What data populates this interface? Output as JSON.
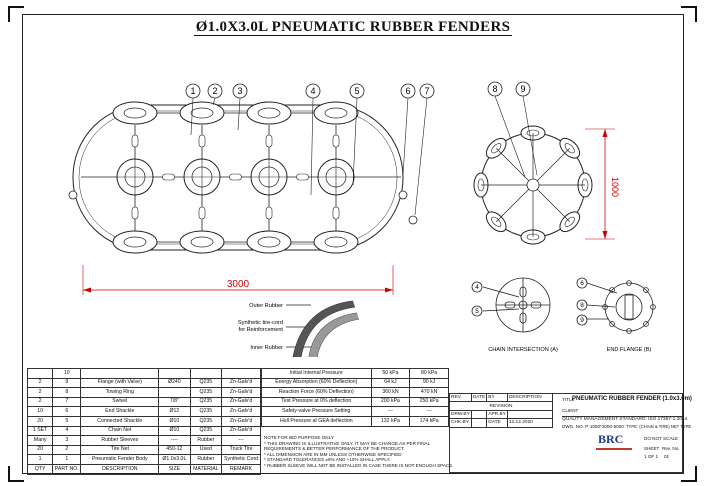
{
  "title": "Ø1.0X3.0L PNEUMATIC RUBBER FENDERS",
  "front_view": {
    "balloons": [
      "1",
      "2",
      "3",
      "4",
      "5",
      "6",
      "7"
    ],
    "dimension_length": "3000"
  },
  "side_view": {
    "balloons": [
      "8",
      "9"
    ],
    "dimension_diameter": "1000"
  },
  "section": {
    "layers": [
      "Outer Rubber",
      "Synthetic tire-cord",
      "for Reinforcement",
      "Inner Rubber"
    ]
  },
  "chain_intersection": {
    "balloons": [
      "4",
      "5"
    ],
    "label": "CHAIN INTERSECTION (A)"
  },
  "end_flange": {
    "balloons": [
      "6",
      "8",
      "9"
    ],
    "label": "END FLANGE (B)"
  },
  "parts_table": {
    "rows": [
      [
        "",
        "10",
        "",
        "",
        "",
        ""
      ],
      [
        "2",
        "9",
        "Flange (with Valve)",
        "Ø240",
        "Q235",
        "Zn-Galv'd"
      ],
      [
        "2",
        "8",
        "Towing Ring",
        "",
        "Q235",
        "Zn-Galv'd"
      ],
      [
        "2",
        "7",
        "Swivel",
        "7/8\"",
        "Q235",
        "Zn-Galv'd"
      ],
      [
        "10",
        "6",
        "End Shackle",
        "Ø12",
        "Q235",
        "Zn-Galv'd"
      ],
      [
        "20",
        "5",
        "Connected Shackle",
        "Ø10",
        "Q235",
        "Zn-Galv'd"
      ],
      [
        "1 SET",
        "4",
        "Chain Net",
        "Ø10",
        "Q235",
        "Zn-Galv'd"
      ],
      [
        "Many",
        "3",
        "Rubber Sleeves",
        "----",
        "Rubber",
        "---"
      ],
      [
        "20",
        "2",
        "Tire Net",
        "450-12",
        "Used",
        "Truck Tire"
      ],
      [
        "1",
        "1",
        "Pneumatic Fender Body",
        "Ø1.0x3.0L",
        "Rubber",
        "Synthetic Cord"
      ]
    ],
    "header": [
      "QTY",
      "PART NO.",
      "DESCRIPTION",
      "SIZE",
      "MATERIAL",
      "REMARK"
    ]
  },
  "performance_table": {
    "rows": [
      [
        "Initial Internal Pressure",
        "50 kPa",
        "80 kPa"
      ],
      [
        "Energy Absorption (60% Deflection)",
        "64 kJ",
        "90 kJ"
      ],
      [
        "Reaction Force (60% Deflection)",
        "360 kN",
        "470 kN"
      ],
      [
        "Test Pressure at 0% deflection",
        "200 kPa",
        "250 kPa"
      ],
      [
        "Safety-valve Pressure Setting",
        "---",
        "---"
      ],
      [
        "Hull Pressure at GEA deflection",
        "132 kPa",
        "174 kPa"
      ]
    ]
  },
  "notes": [
    "NOTE FOR BID PURPOSE ONLY",
    "* THIS DRAWING IS ILLUSTRATIVE ONLY, IT MAY BE CHANGE AS PER FINAL",
    "REQUIREMENTS & BETTER PERFORMANCE OF THE PRODUCT.",
    "* ALL DIMENSION ARE IN MM UNLESS OTHERWISE SPECIFIED",
    "* STANDARD TOLERANCES ±8% AND +10% SHALL APPLY.",
    "* RUBBER SLEEVE WILL NOT BE INSTALLED IN CASE THERE IS NOT ENOUGH SPACE."
  ],
  "title_block": {
    "rev": "REV.",
    "date": "DATE",
    "by": "BY",
    "description": "DESCRIPTION",
    "revision": "REVISION",
    "drawn_label": "DRW.BY",
    "checked_label": "CHK.BY",
    "approved_label": "APR.BY",
    "date_label": "DATE",
    "date_value": "12.12.2020",
    "title_label": "TITLE",
    "title_value": "PNEUMATIC RUBBER FENDER (1.0x3.0m)",
    "client_label": "CLIENT",
    "qms": "QUALITY MANAGEMENT STANDARD: ISO 17357-1:2014",
    "dwg_no": "DWG. NO. P-1000*3000-5000",
    "type": "TYPE: (CHAIN & TIRE) NET TYPE",
    "not_to_scale": "DO NOT SCALE",
    "sheet_label": "SHEET",
    "rev_no": "Rev. No.",
    "sheet_value": "1 OF 1",
    "rev_value": "01",
    "logo": "BRC"
  }
}
